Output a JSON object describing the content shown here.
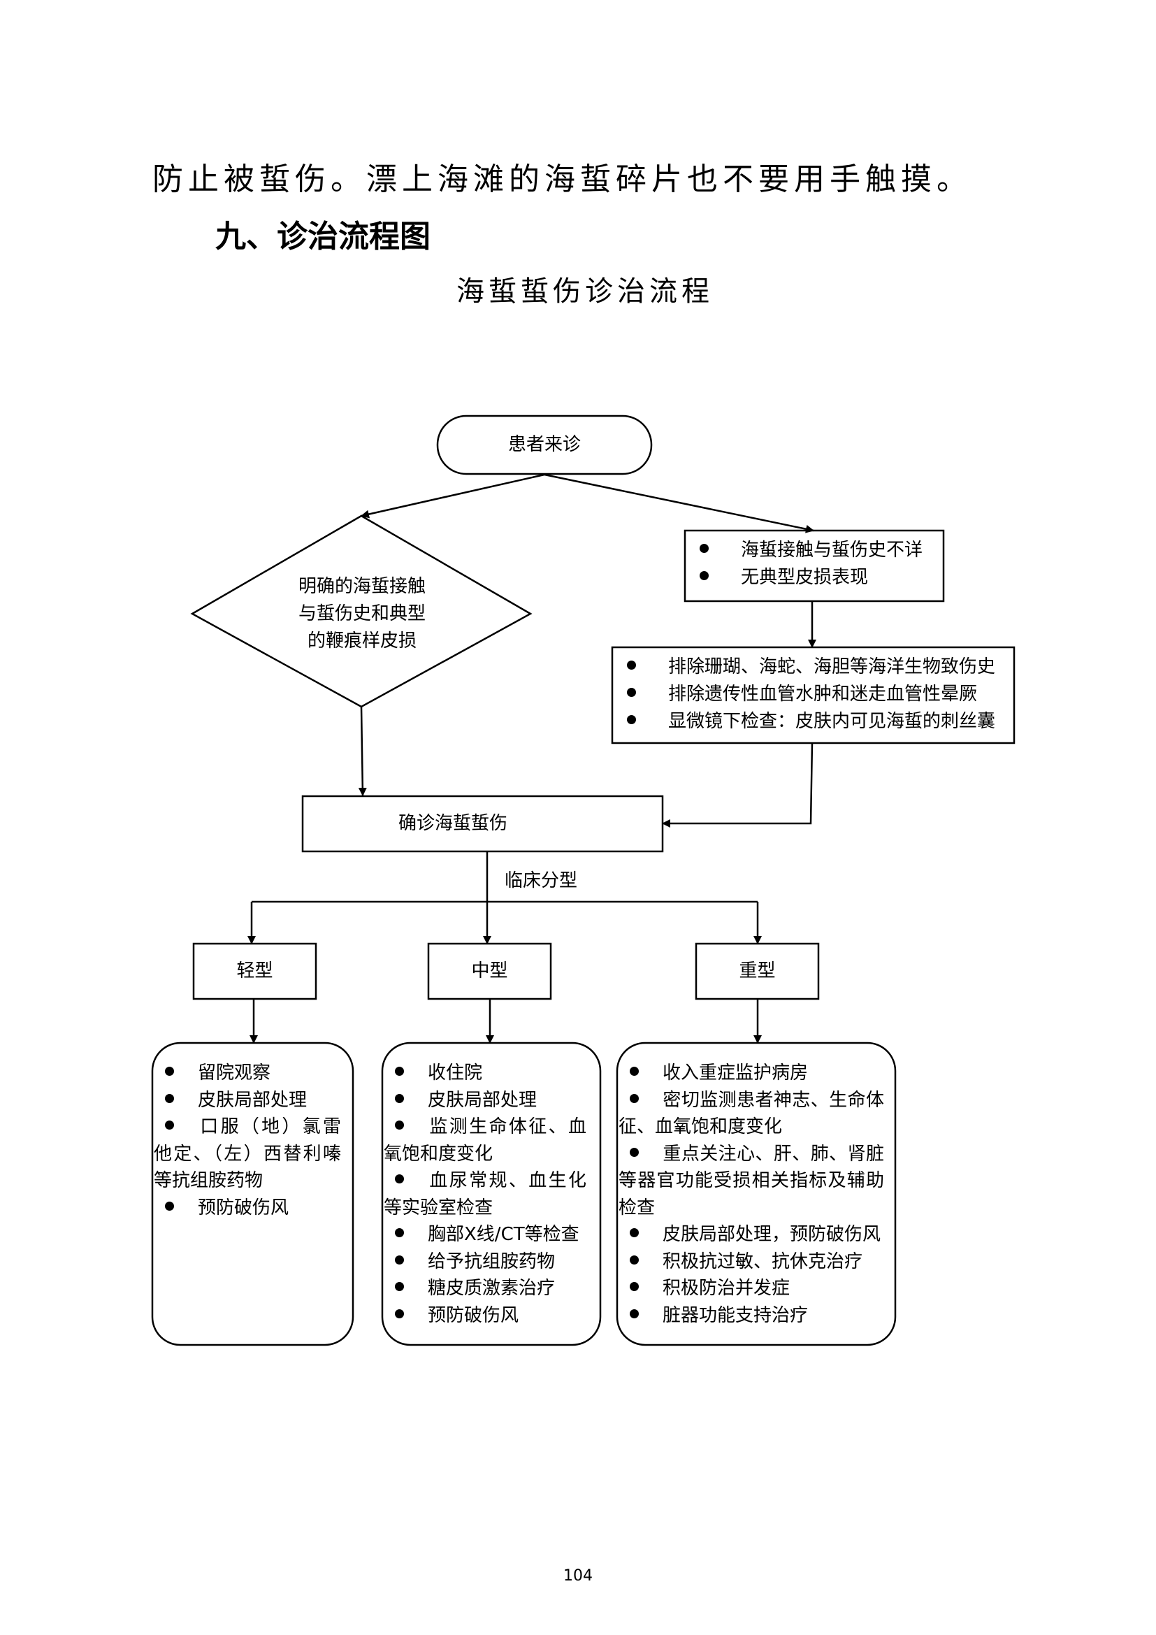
{
  "page": {
    "lead_text": "防止被蜇伤。漂上海滩的海蜇碎片也不要用手触摸。",
    "section_heading": "九、诊治流程图",
    "flow_title": "海蜇蜇伤诊治流程",
    "page_number": "104"
  },
  "flowchart": {
    "start": "患者来诊",
    "decision": [
      "明确的海蜇接触",
      "与蜇伤史和典型",
      "的鞭痕样皮损"
    ],
    "uncertain": [
      "海蜇接触与蜇伤史不详",
      "无典型皮损表现"
    ],
    "exclude": [
      "排除珊瑚、海蛇、海胆等海洋生物致伤史",
      "排除遗传性血管水肿和迷走血管性晕厥",
      "显微镜下检查：皮肤内可见海蜇的刺丝囊"
    ],
    "diagnosis": "确诊海蜇蜇伤",
    "classification_label": "临床分型",
    "types": {
      "mild": "轻型",
      "moderate": "中型",
      "severe": "重型"
    },
    "mild_actions": [
      "留院观察",
      "皮肤局部处理",
      "口服（地）氯雷他定、（左）西替利嗪等抗组胺药物",
      "预防破伤风"
    ],
    "moderate_actions": [
      "收住院",
      "皮肤局部处理",
      "监测生命体征、血氧饱和度变化",
      "血尿常规、血生化等实验室检查",
      "胸部X线/CT等检查",
      "给予抗组胺药物",
      "糖皮质激素治疗",
      "预防破伤风"
    ],
    "severe_actions": [
      "收入重症监护病房",
      "密切监测患者神志、生命体征、血氧饱和度变化",
      "重点关注心、肝、肺、肾脏等器官功能受损相关指标及辅助检查",
      "皮肤局部处理，预防破伤风",
      "积极抗过敏、抗休克治疗",
      "积极防治并发症",
      "脏器功能支持治疗"
    ]
  }
}
